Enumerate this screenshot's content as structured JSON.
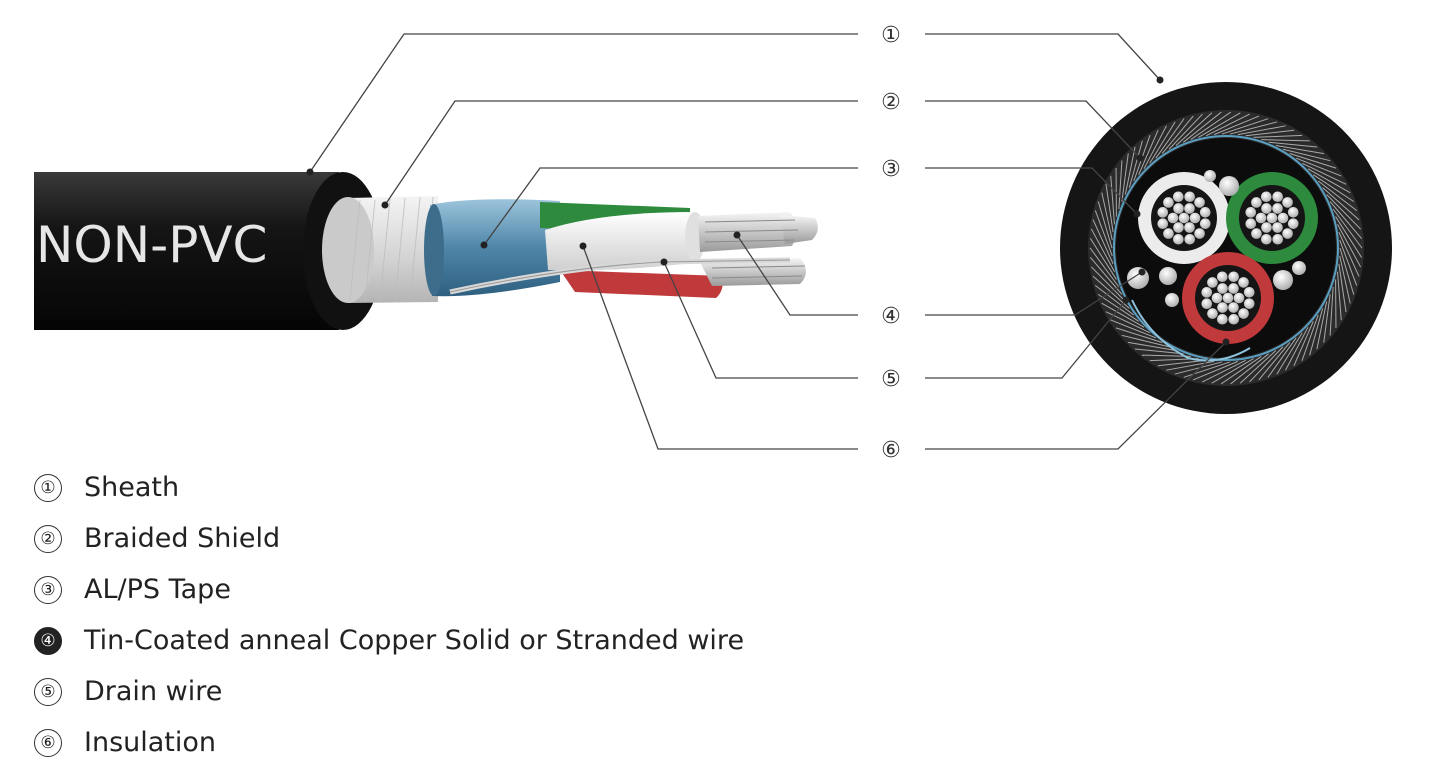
{
  "cable_print": "NON-PVC",
  "callouts": [
    "①",
    "②",
    "③",
    "④",
    "⑤",
    "⑥"
  ],
  "legend": [
    {
      "marker": "①",
      "label": "Sheath",
      "filled": false
    },
    {
      "marker": "②",
      "label": "Braided Shield",
      "filled": false
    },
    {
      "marker": "③",
      "label": "AL/PS Tape",
      "filled": false
    },
    {
      "marker": "④",
      "label": "Tin-Coated anneal Copper Solid or Stranded wire",
      "filled": true
    },
    {
      "marker": "⑤",
      "label": "Drain wire",
      "filled": false
    },
    {
      "marker": "⑥",
      "label": "Insulation",
      "filled": false
    }
  ],
  "colors": {
    "sheath": "#151515",
    "braid": "#dcdcdc",
    "tape": "#5a8fb0",
    "insulation_white": "#eeeeee",
    "insulation_green": "#2e8b3e",
    "insulation_red": "#c0393b",
    "copper_tin": "#c8c8c8"
  }
}
